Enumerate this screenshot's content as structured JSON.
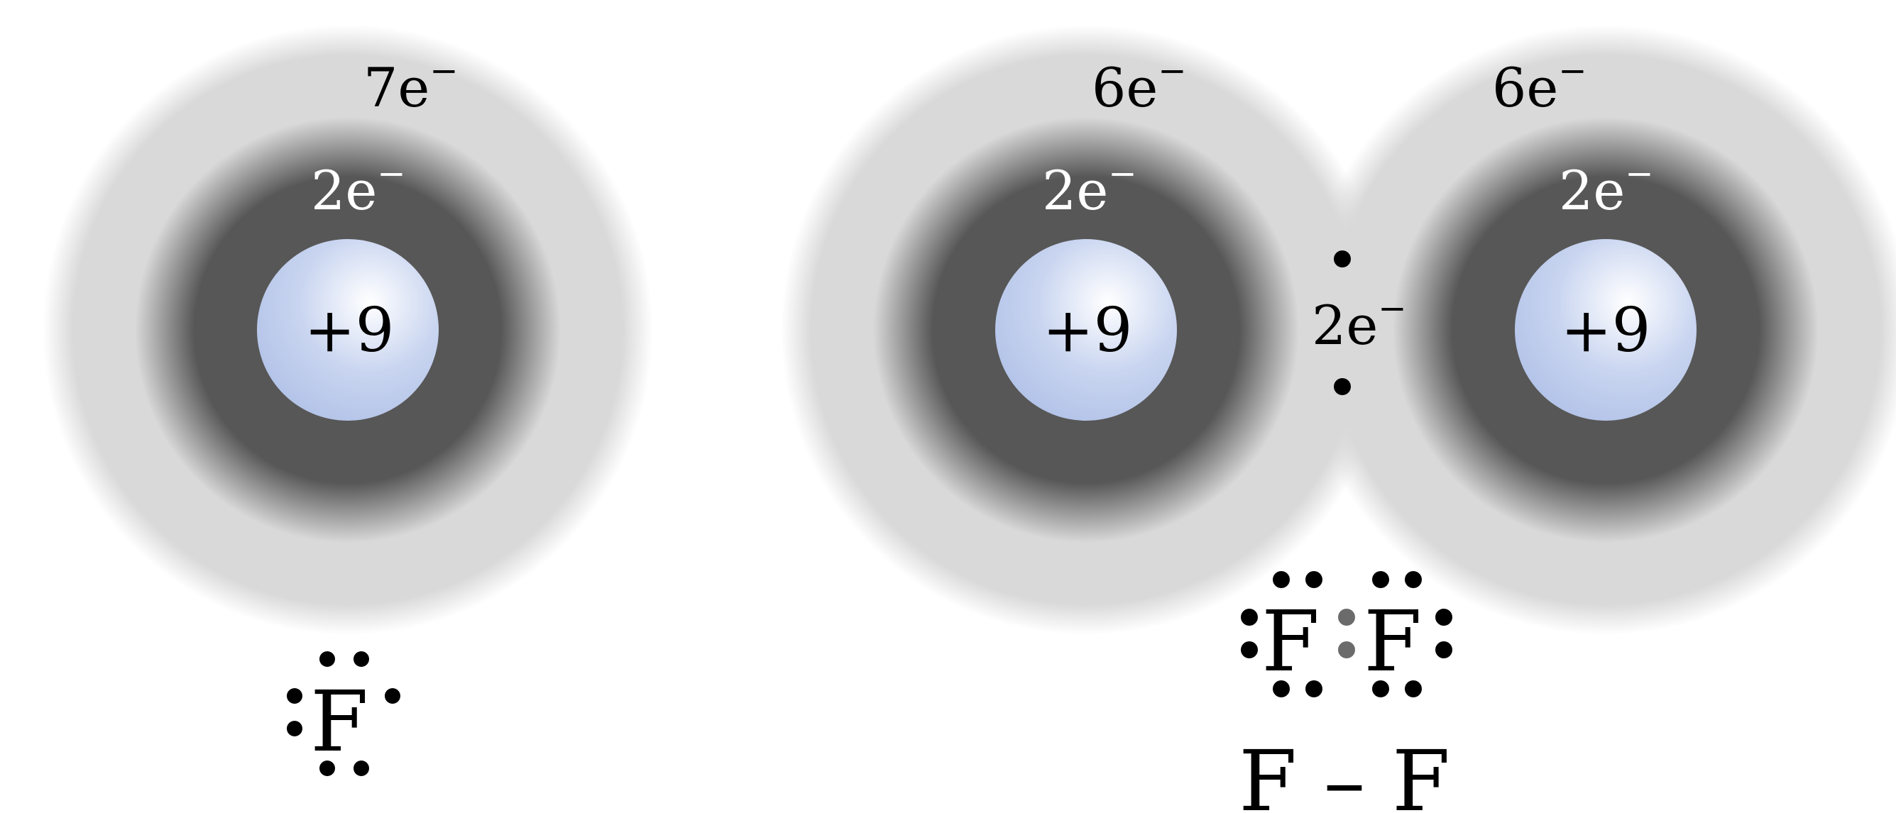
{
  "atom": {
    "outer_shell_label": "7e",
    "inner_shell_label": "2e",
    "nucleus_label": "+9",
    "charge_mark": "−",
    "lewis_symbol": "F"
  },
  "molecule": {
    "left_atom": {
      "outer_shell_label": "6e",
      "inner_shell_label": "2e",
      "nucleus_label": "+9"
    },
    "right_atom": {
      "outer_shell_label": "6e",
      "inner_shell_label": "2e",
      "nucleus_label": "+9"
    },
    "shared_pair_label": "2e",
    "charge_mark": "−",
    "lewis_left": "F",
    "lewis_right": "F",
    "bond_formula": "F – F"
  },
  "colors": {
    "outer_shell": "#d9d9d9",
    "inner_shell": "#575757",
    "nucleus_center": "#ffffff",
    "nucleus_edge": "#b3c3e8",
    "electron_dot": "#000000",
    "shared_dot": "#6b6b6b",
    "inner_label": "#ffffff",
    "outer_label": "#000000"
  }
}
